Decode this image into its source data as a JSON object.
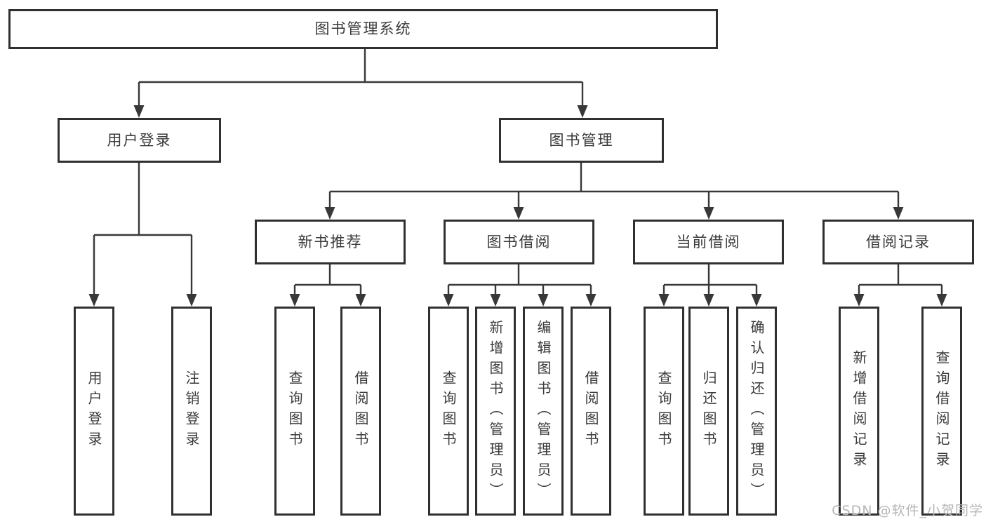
{
  "tree": {
    "root": "图书管理系统",
    "branches": [
      {
        "label": "用户登录"
      },
      {
        "label": "图书管理"
      }
    ],
    "modules": [
      {
        "label": "新书推荐"
      },
      {
        "label": "图书借阅"
      },
      {
        "label": "当前借阅"
      },
      {
        "label": "借阅记录"
      }
    ],
    "leaves": {
      "user_login": [
        "用户登录",
        "注销登录"
      ],
      "new_book": [
        "查询图书",
        "借阅图书"
      ],
      "book_borrow": [
        "查询图书",
        "新增图书（管理员）",
        "编辑图书（管理员）",
        "借阅图书"
      ],
      "current_borrow": [
        "查询图书",
        "归还图书",
        "确认归还（管理员）"
      ],
      "borrow_records": [
        "新增借阅记录",
        "查询借阅记录"
      ]
    }
  },
  "watermark": {
    "text": "CSDN @软件_小贺同学"
  },
  "colors": {
    "box_border": "#303030",
    "connector_line": "#383838",
    "text": "#3a3a3a",
    "watermark": "#b6b6b6",
    "background": "#ffffff"
  }
}
